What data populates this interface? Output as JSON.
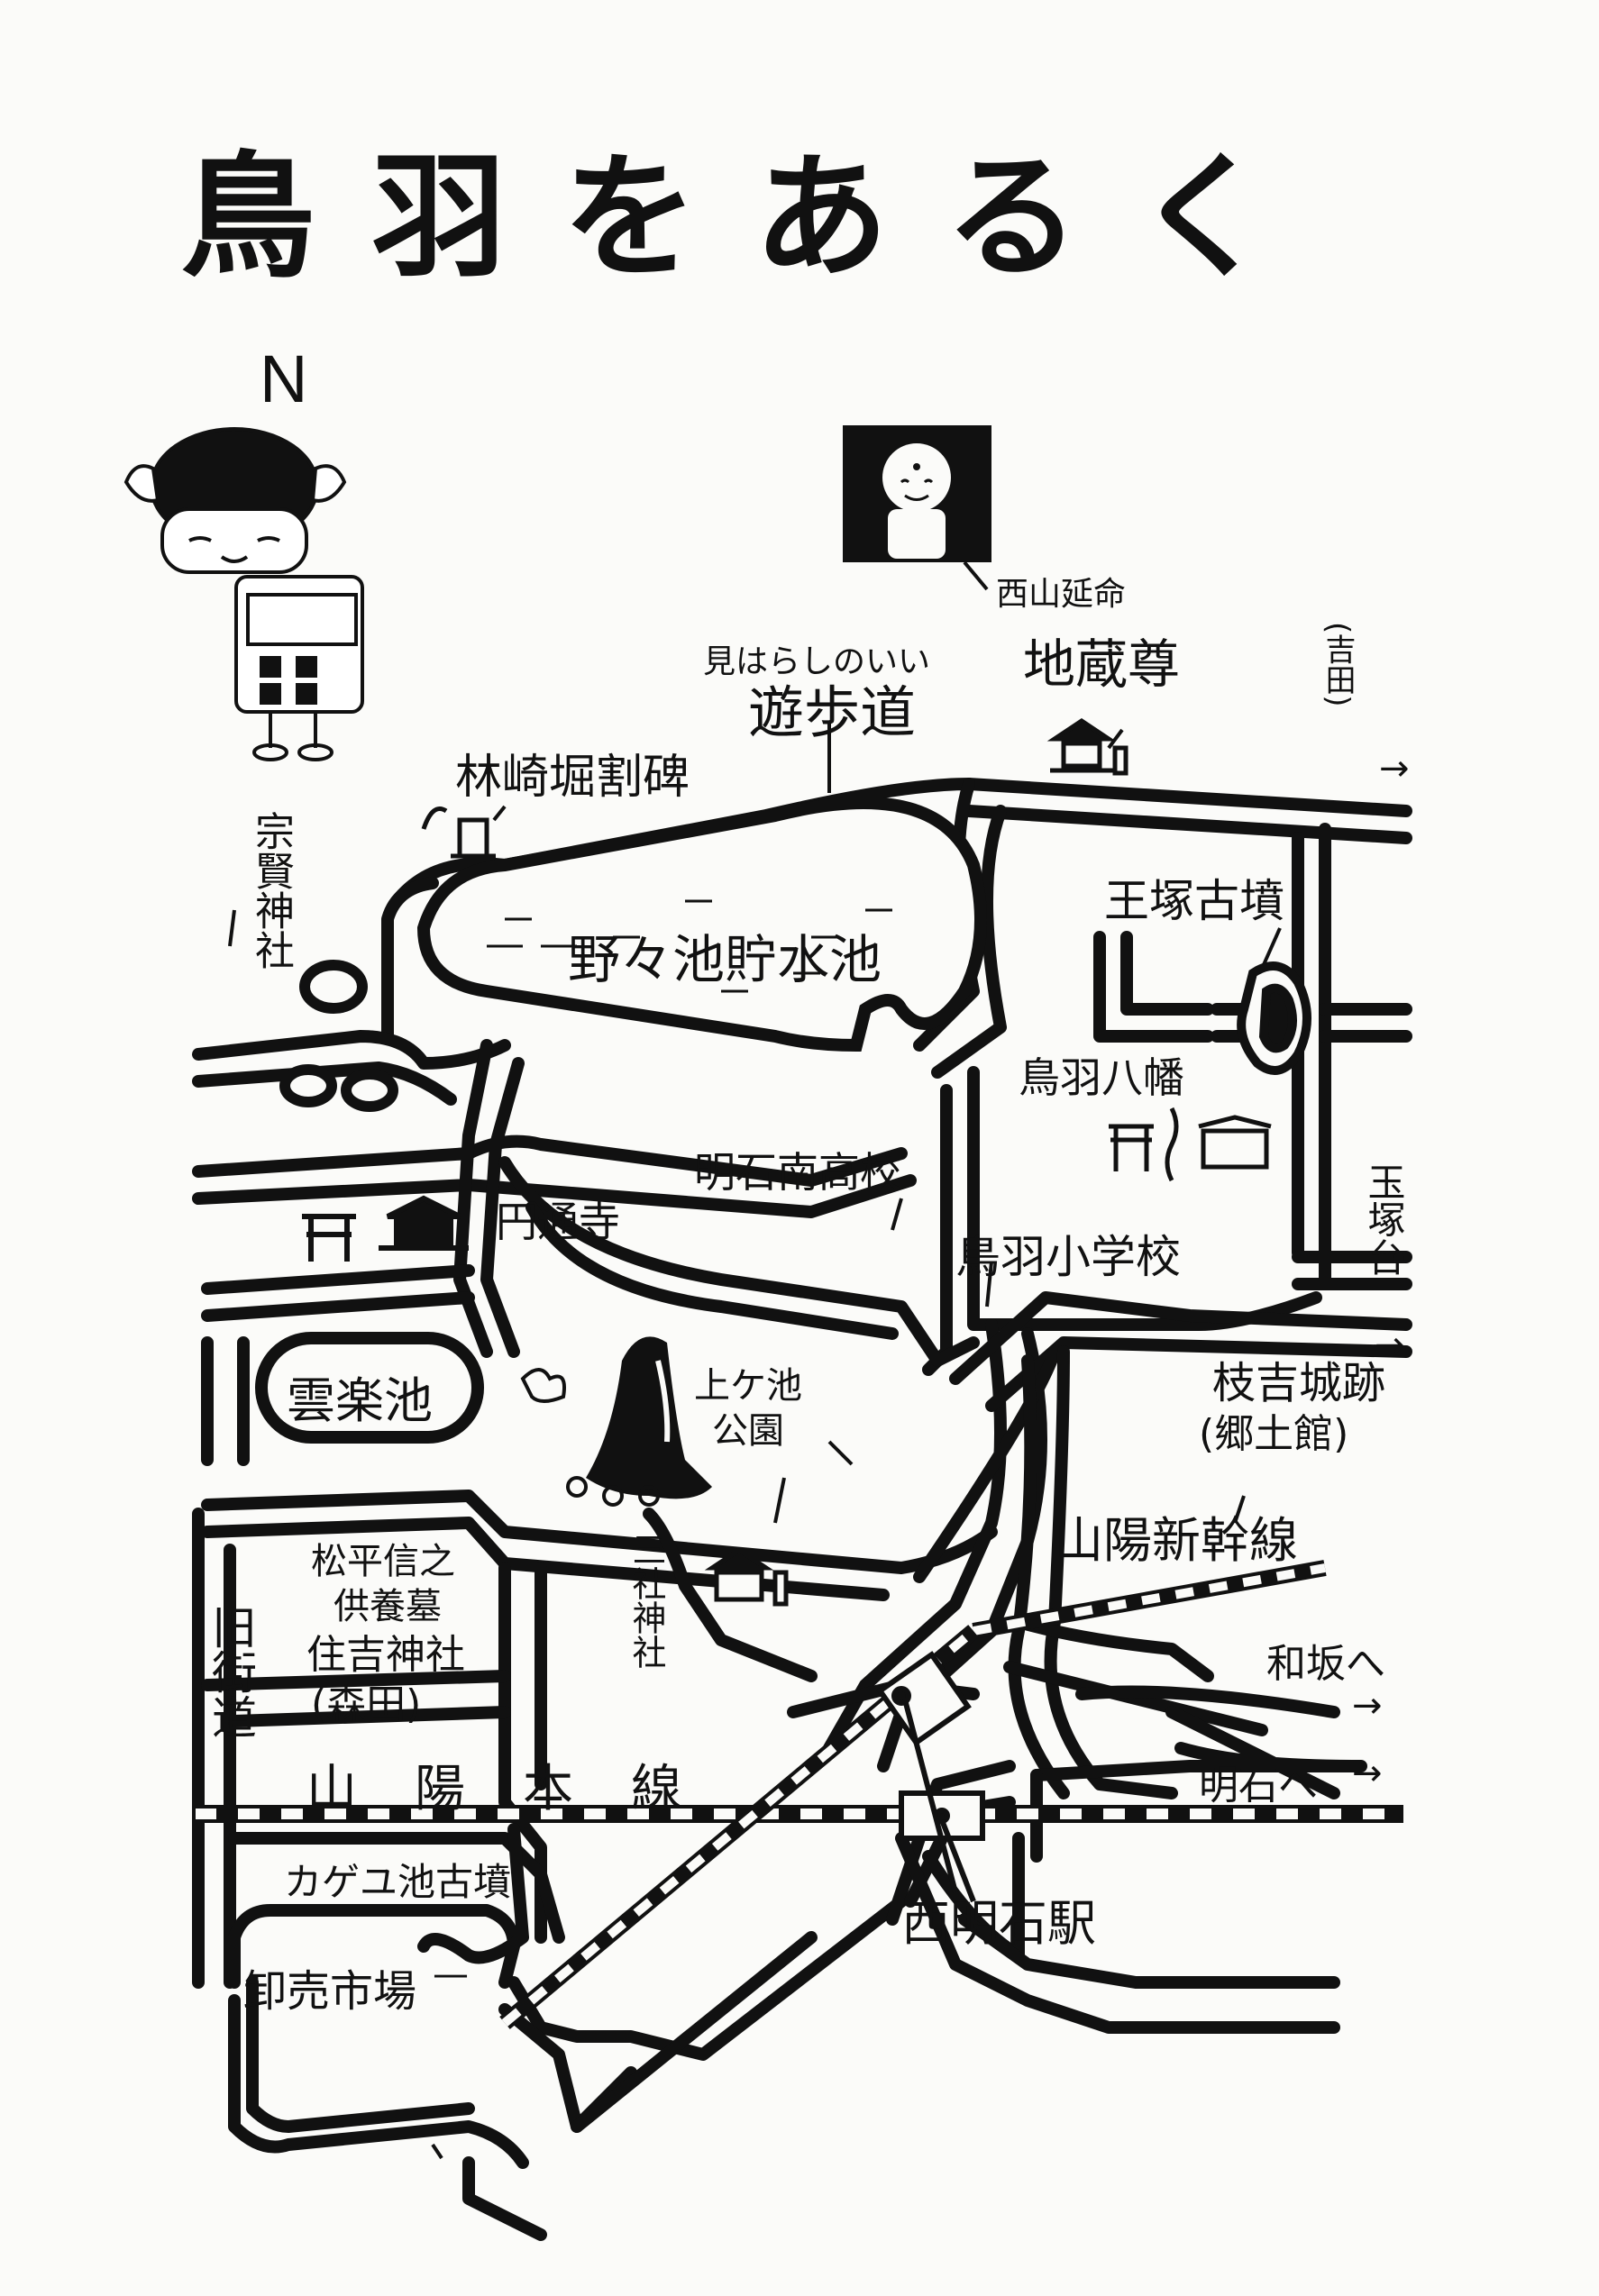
{
  "title": "鳥羽をあるく",
  "compass": {
    "north": "N",
    "icon": "girl-mascot-icon"
  },
  "labels": {
    "view_path_note": "見はらしのいい",
    "promenade": "遊歩道",
    "jizo_small": "西山延命",
    "jizo": "地蔵尊",
    "yoshida": "(吉田)",
    "hayashizaki": "林崎堀割碑",
    "munekata": "宗賢神社",
    "nonoike": "野々池貯水池",
    "tamazuka_kofun": "王塚古墳",
    "toba_hachiman": "鳥羽八幡",
    "tamazukadai": "玉塚台",
    "minami_high": "明石南高校",
    "entsuji": "円通寺",
    "toba_elem": "鳥羽小学校",
    "ungakuike": "雲楽池",
    "kamigaike_park_1": "上ケ池",
    "kamigaike_park_2": "公園",
    "edayoshi_1": "枝吉城跡",
    "edayoshi_2": "(郷土館)",
    "shinkansen": "山陽新幹線",
    "matsudaira_1": "松平信之",
    "matsudaira_2": "供養墓",
    "sumiyoshi": "住吉神社",
    "morita": "(森田)",
    "sansha": "三社神社",
    "old_road": "旧街道",
    "wasaka": "和坂へ",
    "sanyo_line": "山陽本線",
    "akashi": "明石へ",
    "kagutaike": "カゲユ池古墳",
    "nishi_akashi": "西明石駅",
    "market": "卸売市場"
  }
}
